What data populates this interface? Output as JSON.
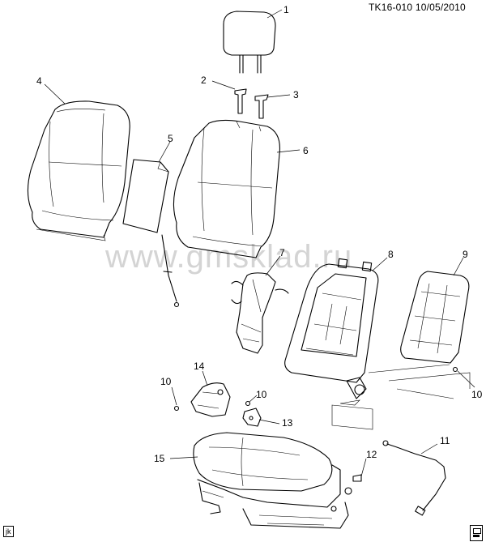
{
  "header": {
    "code_and_date": "TK16-010 10/05/2010"
  },
  "watermark": "www.gmsklad.ru",
  "footer": {
    "tag": "jk"
  },
  "callouts": [
    {
      "id": "c1",
      "label": "1"
    },
    {
      "id": "c2",
      "label": "2"
    },
    {
      "id": "c3",
      "label": "3"
    },
    {
      "id": "c4",
      "label": "4"
    },
    {
      "id": "c5",
      "label": "5"
    },
    {
      "id": "c6",
      "label": "6"
    },
    {
      "id": "c7",
      "label": "7"
    },
    {
      "id": "c8",
      "label": "8"
    },
    {
      "id": "c9",
      "label": "9"
    },
    {
      "id": "c10a",
      "label": "10"
    },
    {
      "id": "c10b",
      "label": "10"
    },
    {
      "id": "c10c",
      "label": "10"
    },
    {
      "id": "c11",
      "label": "11"
    },
    {
      "id": "c12",
      "label": "12"
    },
    {
      "id": "c13",
      "label": "13"
    },
    {
      "id": "c14",
      "label": "14"
    },
    {
      "id": "c15",
      "label": "15"
    }
  ]
}
